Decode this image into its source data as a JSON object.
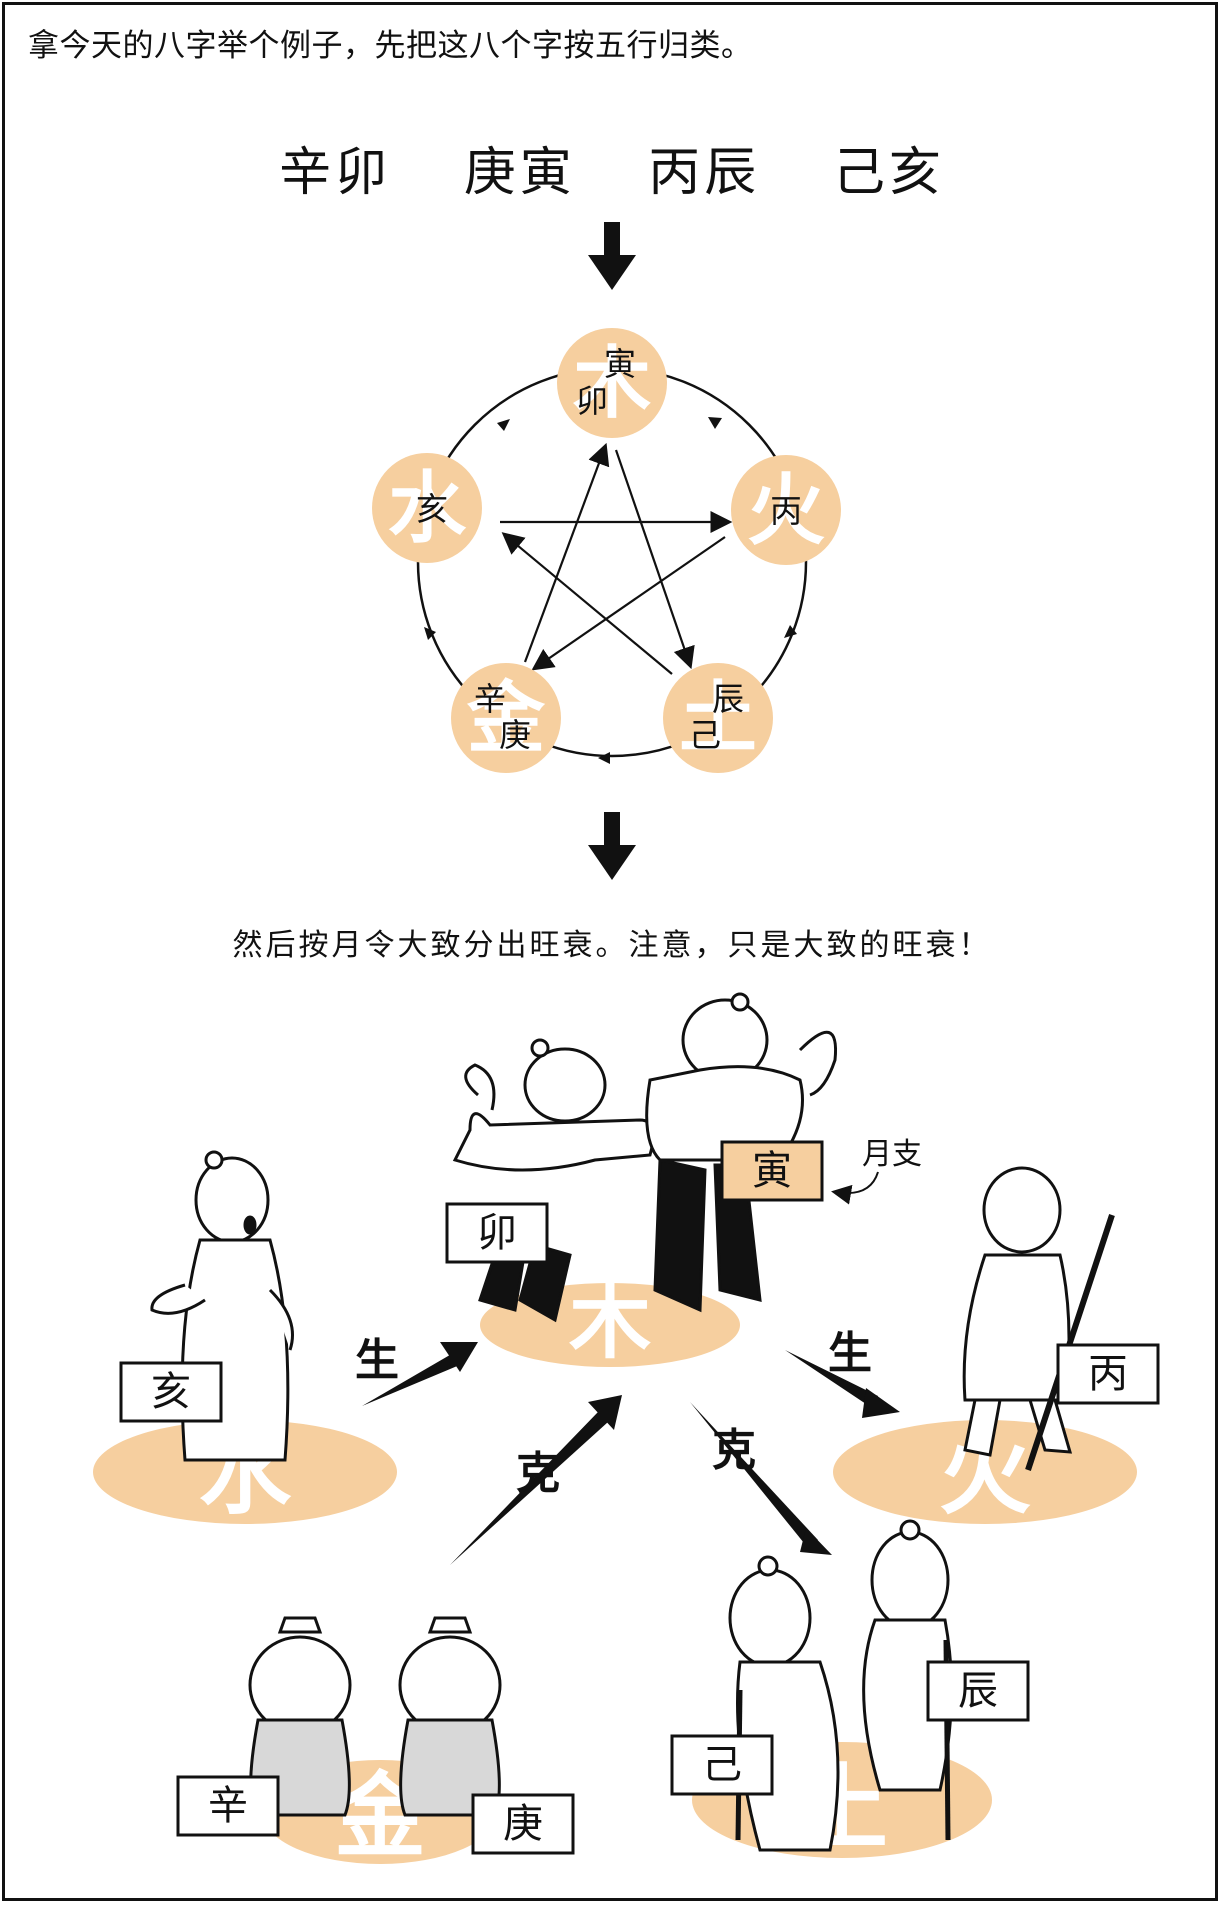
{
  "intro": "拿今天的八字举个例子，先把这八个字按五行归类。",
  "bazi": [
    "辛卯",
    "庚寅",
    "丙辰",
    "己亥"
  ],
  "wuxing_cycle": {
    "elements": [
      {
        "element": "木",
        "branches": [
          "寅",
          "卯"
        ]
      },
      {
        "element": "火",
        "branches": [
          "丙"
        ]
      },
      {
        "element": "土",
        "branches": [
          "辰",
          "己"
        ]
      },
      {
        "element": "金",
        "branches": [
          "辛",
          "庚"
        ]
      },
      {
        "element": "水",
        "branches": [
          "亥"
        ]
      }
    ]
  },
  "step2": "然后按月令大致分出旺衰。注意，只是大致的旺衰！",
  "strength": {
    "wood_tags": [
      "卯",
      "寅"
    ],
    "month_branch_note": "月支",
    "water_tag": "亥",
    "fire_tag": "丙",
    "metal_tags": [
      "辛",
      "庚"
    ],
    "earth_tags": [
      "己",
      "辰"
    ],
    "relations": {
      "water_to_wood": "生",
      "wood_to_fire": "生",
      "metal_to_wood": "克",
      "wood_to_earth": "克"
    }
  },
  "colors": {
    "accent": "#f6cf9f",
    "ink": "#111111"
  }
}
